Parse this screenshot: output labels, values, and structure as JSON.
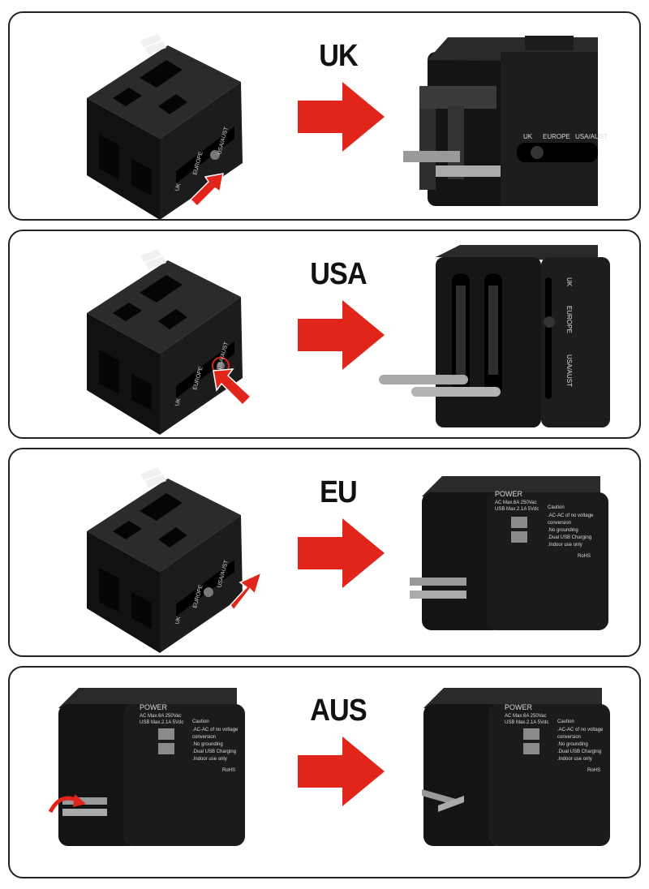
{
  "colors": {
    "arrow": "#e2251a",
    "adapter": "#161616",
    "border": "#222222"
  },
  "panels": [
    {
      "id": "uk",
      "title": "UK"
    },
    {
      "id": "usa",
      "title": "USA"
    },
    {
      "id": "eu",
      "title": "EU"
    },
    {
      "id": "aus",
      "title": "AUS"
    }
  ],
  "slider_labels": {
    "uk": "UK",
    "europe": "EUROPE",
    "usa_aust": "USA/AUST"
  },
  "spec_label": {
    "power": "POWER",
    "ac_rating": "AC Max.6A 250Vac",
    "usb_rating": "USB Max.2.1A 5Vdc",
    "caution": "Caution",
    "line1": ".AC-AC of no voltage",
    "line2": "conversion",
    "line3": ".No grounding",
    "line4": ".Dual USB Charging",
    "line5": ".Indoor use only",
    "rohs": "RoHS"
  }
}
